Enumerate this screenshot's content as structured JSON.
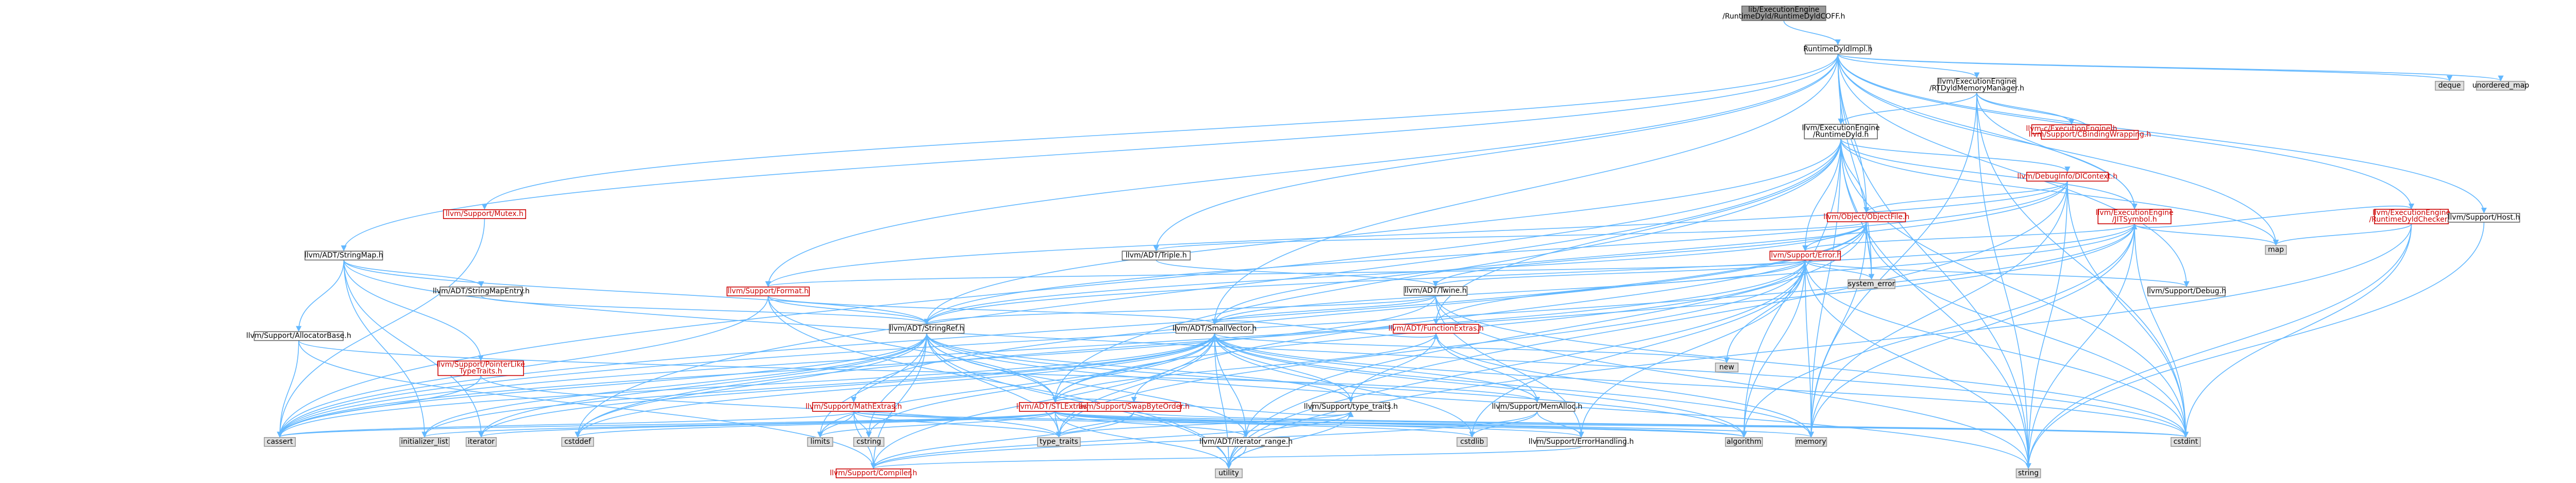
{
  "colors": {
    "edge": "#63B8FF",
    "root_fill": "#999999",
    "root_stroke": "#666666",
    "normal_fill": "#ffffff",
    "normal_stroke": "#666666",
    "normal_text": "#000000",
    "incomplete_text": "#cc0000",
    "incomplete_stroke": "#cc0000",
    "external_fill": "#e0e0e0",
    "external_stroke": "#999999"
  },
  "nodes": [
    {
      "id": "root",
      "style": "root",
      "lines": [
        "lib/ExecutionEngine",
        "/RuntimeDyld/RuntimeDyldCOFF.h"
      ]
    },
    {
      "id": "impl",
      "style": "normal",
      "lines": [
        "RuntimeDyldImpl.h"
      ]
    },
    {
      "id": "deque",
      "style": "external",
      "lines": [
        "deque"
      ]
    },
    {
      "id": "unordered_map",
      "style": "external",
      "lines": [
        "unordered_map"
      ]
    },
    {
      "id": "mcjit",
      "style": "normal",
      "lines": [
        "llvm/ExecutionEngine",
        "/RTDyldMemoryManager.h"
      ]
    },
    {
      "id": "mutex",
      "style": "incomplete",
      "lines": [
        "llvm/Support/Mutex.h"
      ]
    },
    {
      "id": "stringmap",
      "style": "normal",
      "lines": [
        "llvm/ADT/StringMap.h"
      ]
    },
    {
      "id": "rtdyld",
      "style": "normal",
      "lines": [
        "llvm/ExecutionEngine",
        "/RuntimeDyld.h"
      ]
    },
    {
      "id": "llvmc",
      "style": "incomplete",
      "lines": [
        "llvm-c/ExecutionEngine.h"
      ]
    },
    {
      "id": "cbinding",
      "style": "incomplete",
      "lines": [
        "llvm/Support/CBindingWrapping.h"
      ]
    },
    {
      "id": "checker",
      "style": "incomplete",
      "lines": [
        "llvm/ExecutionEngine",
        "/RuntimeDyldChecker.h"
      ]
    },
    {
      "id": "host",
      "style": "normal",
      "lines": [
        "llvm/Support/Host.h"
      ]
    },
    {
      "id": "dictx",
      "style": "incomplete",
      "lines": [
        "llvm/DebugInfo/DIContext.h"
      ]
    },
    {
      "id": "jitsymbol",
      "style": "incomplete",
      "lines": [
        "llvm/ExecutionEngine",
        "/JITSymbol.h"
      ]
    },
    {
      "id": "objfile",
      "style": "incomplete",
      "lines": [
        "llvm/Object/ObjectFile.h"
      ]
    },
    {
      "id": "map",
      "style": "external",
      "lines": [
        "map"
      ]
    },
    {
      "id": "triple",
      "style": "normal",
      "lines": [
        "llvm/ADT/Triple.h"
      ]
    },
    {
      "id": "error",
      "style": "incomplete",
      "lines": [
        "llvm/Support/Error.h"
      ]
    },
    {
      "id": "mapentry",
      "style": "normal",
      "lines": [
        "llvm/ADT/StringMapEntry.h"
      ]
    },
    {
      "id": "format",
      "style": "incomplete",
      "lines": [
        "llvm/Support/Format.h"
      ]
    },
    {
      "id": "twine",
      "style": "normal",
      "lines": [
        "llvm/ADT/Twine.h"
      ]
    },
    {
      "id": "syserr",
      "style": "external",
      "lines": [
        "system_error"
      ]
    },
    {
      "id": "debug",
      "style": "normal",
      "lines": [
        "llvm/Support/Debug.h"
      ]
    },
    {
      "id": "allocbase",
      "style": "normal",
      "lines": [
        "llvm/Support/AllocatorBase.h"
      ]
    },
    {
      "id": "strref",
      "style": "normal",
      "lines": [
        "llvm/ADT/StringRef.h"
      ]
    },
    {
      "id": "smallvec",
      "style": "normal",
      "lines": [
        "llvm/ADT/SmallVector.h"
      ]
    },
    {
      "id": "functional",
      "style": "incomplete",
      "lines": [
        "llvm/ADT/FunctionExtras.h"
      ]
    },
    {
      "id": "new",
      "style": "external",
      "lines": [
        "new"
      ]
    },
    {
      "id": "ptrlike",
      "style": "incomplete",
      "lines": [
        "llvm/Support/PointerLike",
        "TypeTraits.h"
      ]
    },
    {
      "id": "mathextras",
      "style": "incomplete",
      "lines": [
        "llvm/Support/MathExtras.h"
      ]
    },
    {
      "id": "stlextras",
      "style": "incomplete",
      "lines": [
        "llvm/ADT/STLExtras.h"
      ]
    },
    {
      "id": "swapbyte",
      "style": "incomplete",
      "lines": [
        "llvm/Support/SwapByteOrder.h"
      ]
    },
    {
      "id": "typetraits",
      "style": "normal",
      "lines": [
        "llvm/Support/type_traits.h"
      ]
    },
    {
      "id": "memalloc",
      "style": "normal",
      "lines": [
        "llvm/Support/MemAlloc.h"
      ]
    },
    {
      "id": "cassert",
      "style": "external",
      "lines": [
        "cassert"
      ]
    },
    {
      "id": "initlist",
      "style": "external",
      "lines": [
        "initializer_list"
      ]
    },
    {
      "id": "iterator",
      "style": "external",
      "lines": [
        "iterator"
      ]
    },
    {
      "id": "cstddef",
      "style": "external",
      "lines": [
        "cstddef"
      ]
    },
    {
      "id": "limits",
      "style": "external",
      "lines": [
        "limits"
      ]
    },
    {
      "id": "cstring",
      "style": "external",
      "lines": [
        "cstring"
      ]
    },
    {
      "id": "type_traits",
      "style": "external",
      "lines": [
        "type_traits"
      ]
    },
    {
      "id": "iterrange",
      "style": "normal",
      "lines": [
        "llvm/ADT/iterator_range.h"
      ]
    },
    {
      "id": "cstdlib",
      "style": "external",
      "lines": [
        "cstdlib"
      ]
    },
    {
      "id": "errhandling",
      "style": "normal",
      "lines": [
        "llvm/Support/ErrorHandling.h"
      ]
    },
    {
      "id": "algorithm",
      "style": "external",
      "lines": [
        "algorithm"
      ]
    },
    {
      "id": "memory",
      "style": "external",
      "lines": [
        "memory"
      ]
    },
    {
      "id": "cstdint",
      "style": "external",
      "lines": [
        "cstdint"
      ]
    },
    {
      "id": "compiler",
      "style": "incomplete",
      "lines": [
        "llvm/Support/Compiler.h"
      ]
    },
    {
      "id": "utility",
      "style": "external",
      "lines": [
        "utility"
      ]
    },
    {
      "id": "string",
      "style": "external",
      "lines": [
        "string"
      ]
    }
  ],
  "edges": [
    [
      "root",
      "impl"
    ],
    [
      "impl",
      "deque"
    ],
    [
      "impl",
      "unordered_map"
    ],
    [
      "impl",
      "mcjit"
    ],
    [
      "impl",
      "mutex"
    ],
    [
      "impl",
      "stringmap"
    ],
    [
      "impl",
      "rtdyld"
    ],
    [
      "impl",
      "checker"
    ],
    [
      "impl",
      "host"
    ],
    [
      "impl",
      "objfile"
    ],
    [
      "impl",
      "map"
    ],
    [
      "impl",
      "triple"
    ],
    [
      "impl",
      "format"
    ],
    [
      "impl",
      "smallvec"
    ],
    [
      "impl",
      "jitsymbol"
    ],
    [
      "impl",
      "syserr"
    ],
    [
      "impl",
      "debug"
    ],
    [
      "impl",
      "string"
    ],
    [
      "mcjit",
      "rtdyld"
    ],
    [
      "mcjit",
      "llvmc"
    ],
    [
      "mcjit",
      "cbinding"
    ],
    [
      "mcjit",
      "jitsymbol"
    ],
    [
      "mcjit",
      "memory"
    ],
    [
      "mcjit",
      "cstdint"
    ],
    [
      "mcjit",
      "string"
    ],
    [
      "mutex",
      "cassert"
    ],
    [
      "stringmap",
      "mapentry"
    ],
    [
      "stringmap",
      "allocbase"
    ],
    [
      "stringmap",
      "ptrlike"
    ],
    [
      "stringmap",
      "strref"
    ],
    [
      "stringmap",
      "cstdint"
    ],
    [
      "stringmap",
      "initlist"
    ],
    [
      "stringmap",
      "iterator"
    ],
    [
      "rtdyld",
      "dictx"
    ],
    [
      "rtdyld",
      "jitsymbol"
    ],
    [
      "rtdyld",
      "objfile"
    ],
    [
      "rtdyld",
      "error"
    ],
    [
      "rtdyld",
      "strref"
    ],
    [
      "rtdyld",
      "stlextras"
    ],
    [
      "rtdyld",
      "functional"
    ],
    [
      "rtdyld",
      "map"
    ],
    [
      "rtdyld",
      "memory"
    ],
    [
      "rtdyld",
      "string"
    ],
    [
      "rtdyld",
      "syserr"
    ],
    [
      "rtdyld",
      "algorithm"
    ],
    [
      "rtdyld",
      "cassert"
    ],
    [
      "rtdyld",
      "cstddef"
    ],
    [
      "rtdyld",
      "cstdint"
    ],
    [
      "checker",
      "jitsymbol"
    ],
    [
      "checker",
      "string"
    ],
    [
      "checker",
      "utility"
    ],
    [
      "checker",
      "cstdint"
    ],
    [
      "checker",
      "map"
    ],
    [
      "host",
      "string"
    ],
    [
      "dictx",
      "objfile"
    ],
    [
      "dictx",
      "format"
    ],
    [
      "dictx",
      "memory"
    ],
    [
      "dictx",
      "string"
    ],
    [
      "dictx",
      "cstdint"
    ],
    [
      "dictx",
      "utility"
    ],
    [
      "dictx",
      "smallvec"
    ],
    [
      "dictx",
      "strref"
    ],
    [
      "jitsymbol",
      "error"
    ],
    [
      "jitsymbol",
      "functional"
    ],
    [
      "jitsymbol",
      "strref"
    ],
    [
      "jitsymbol",
      "cstdint"
    ],
    [
      "jitsymbol",
      "string"
    ],
    [
      "jitsymbol",
      "memory"
    ],
    [
      "jitsymbol",
      "algorithm"
    ],
    [
      "jitsymbol",
      "cassert"
    ],
    [
      "jitsymbol",
      "cstddef"
    ],
    [
      "jitsymbol",
      "map"
    ],
    [
      "objfile",
      "triple"
    ],
    [
      "objfile",
      "error"
    ],
    [
      "objfile",
      "strref"
    ],
    [
      "objfile",
      "iterrange"
    ],
    [
      "objfile",
      "memory"
    ],
    [
      "objfile",
      "cstdint"
    ],
    [
      "objfile",
      "syserr"
    ],
    [
      "objfile",
      "cassert"
    ],
    [
      "objfile",
      "twine"
    ],
    [
      "objfile",
      "mathextras"
    ],
    [
      "objfile",
      "swapbyte"
    ],
    [
      "triple",
      "twine"
    ],
    [
      "error",
      "twine"
    ],
    [
      "error",
      "errhandling"
    ],
    [
      "error",
      "format"
    ],
    [
      "error",
      "debug"
    ],
    [
      "error",
      "stlextras"
    ],
    [
      "error",
      "smallvec"
    ],
    [
      "error",
      "memory"
    ],
    [
      "error",
      "new"
    ],
    [
      "error",
      "cstdint"
    ],
    [
      "error",
      "cstdlib"
    ],
    [
      "error",
      "string"
    ],
    [
      "error",
      "syserr"
    ],
    [
      "error",
      "type_traits"
    ],
    [
      "error",
      "utility"
    ],
    [
      "error",
      "algorithm"
    ],
    [
      "error",
      "cassert"
    ],
    [
      "mapentry",
      "strref"
    ],
    [
      "format",
      "strref"
    ],
    [
      "format",
      "smallvec"
    ],
    [
      "format",
      "stlextras"
    ],
    [
      "format",
      "cassert"
    ],
    [
      "format",
      "utility"
    ],
    [
      "format",
      "cstdio"
    ],
    [
      "twine",
      "smallvec"
    ],
    [
      "twine",
      "strref"
    ],
    [
      "twine",
      "errhandling"
    ],
    [
      "twine",
      "cassert"
    ],
    [
      "twine",
      "cstdint"
    ],
    [
      "twine",
      "string"
    ],
    [
      "allocbase",
      "compiler"
    ],
    [
      "allocbase",
      "memalloc"
    ],
    [
      "allocbase",
      "cassert"
    ],
    [
      "strref",
      "stlextras"
    ],
    [
      "strref",
      "compiler"
    ],
    [
      "strref",
      "algorithm"
    ],
    [
      "strref",
      "cassert"
    ],
    [
      "strref",
      "cstddef"
    ],
    [
      "strref",
      "cstring"
    ],
    [
      "strref",
      "limits"
    ],
    [
      "strref",
      "string"
    ],
    [
      "strref",
      "type_traits"
    ],
    [
      "strref",
      "utility"
    ],
    [
      "strref",
      "iterator"
    ],
    [
      "strref",
      "initlist"
    ],
    [
      "strref",
      "iterrange"
    ],
    [
      "strref",
      "typetraits"
    ],
    [
      "smallvec",
      "compiler"
    ],
    [
      "smallvec",
      "typetraits"
    ],
    [
      "smallvec",
      "algorithm"
    ],
    [
      "smallvec",
      "cassert"
    ],
    [
      "smallvec",
      "cstddef"
    ],
    [
      "smallvec",
      "cstdlib"
    ],
    [
      "smallvec",
      "cstring"
    ],
    [
      "smallvec",
      "functional"
    ],
    [
      "smallvec",
      "initlist"
    ],
    [
      "smallvec",
      "iterator"
    ],
    [
      "smallvec",
      "limits"
    ],
    [
      "smallvec",
      "memory"
    ],
    [
      "smallvec",
      "new"
    ],
    [
      "smallvec",
      "type_traits"
    ],
    [
      "smallvec",
      "utility"
    ],
    [
      "smallvec",
      "memalloc"
    ],
    [
      "smallvec",
      "iterrange"
    ],
    [
      "smallvec",
      "stlextras"
    ],
    [
      "smallvec",
      "cstdint"
    ],
    [
      "functional",
      "memalloc"
    ],
    [
      "functional",
      "typetraits"
    ],
    [
      "functional",
      "stlextras"
    ],
    [
      "functional",
      "memory"
    ],
    [
      "ptrlike",
      "cassert"
    ],
    [
      "ptrlike",
      "type_traits"
    ],
    [
      "mathextras",
      "compiler"
    ],
    [
      "mathextras",
      "cassert"
    ],
    [
      "mathextras",
      "limits"
    ],
    [
      "mathextras",
      "type_traits"
    ],
    [
      "mathextras",
      "cstring"
    ],
    [
      "mathextras",
      "algorithm"
    ],
    [
      "mathextras",
      "cstdint"
    ],
    [
      "stlextras",
      "iterator"
    ],
    [
      "stlextras",
      "typetraits"
    ],
    [
      "stlextras",
      "iterrange"
    ],
    [
      "stlextras",
      "cassert"
    ],
    [
      "stlextras",
      "cstddef"
    ],
    [
      "stlextras",
      "cstdint"
    ],
    [
      "stlextras",
      "cstdlib"
    ],
    [
      "stlextras",
      "algorithm"
    ],
    [
      "stlextras",
      "initlist"
    ],
    [
      "stlextras",
      "limits"
    ],
    [
      "stlextras",
      "memory"
    ],
    [
      "stlextras",
      "type_traits"
    ],
    [
      "stlextras",
      "utility"
    ],
    [
      "stlextras",
      "errhandling"
    ],
    [
      "swapbyte",
      "compiler"
    ],
    [
      "swapbyte",
      "cstdint"
    ],
    [
      "swapbyte",
      "type_traits"
    ],
    [
      "typetraits",
      "compiler"
    ],
    [
      "typetraits",
      "type_traits"
    ],
    [
      "typetraits",
      "utility"
    ],
    [
      "memalloc",
      "compiler"
    ],
    [
      "memalloc",
      "errhandling"
    ],
    [
      "memalloc",
      "cstdlib"
    ],
    [
      "iterrange",
      "utility"
    ],
    [
      "errhandling",
      "compiler"
    ]
  ]
}
